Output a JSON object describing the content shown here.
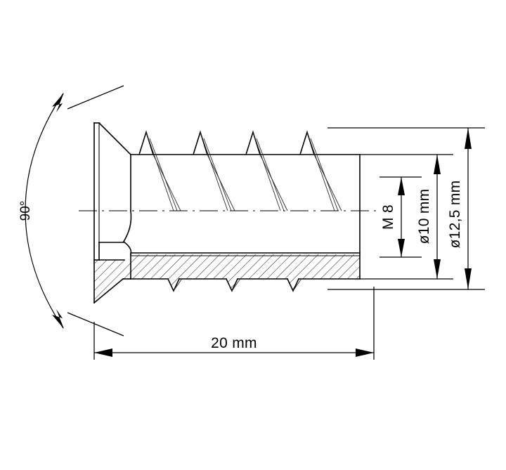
{
  "drawing": {
    "title": "Technical drawing of a threaded insert / countersunk screw anchor",
    "subject": "threaded-insert",
    "view": "half-section side view",
    "line_color": "#000000",
    "background_color": "#ffffff"
  },
  "dimensions": {
    "length": {
      "label": "20 mm",
      "value": 20,
      "unit": "mm",
      "orientation": "horizontal",
      "position": "bottom"
    },
    "thread_inner": {
      "label": "M 8",
      "value": "M8",
      "unit": "",
      "orientation": "vertical",
      "position": "right"
    },
    "outer_small": {
      "label": "ø10 mm",
      "value": 10,
      "unit": "mm",
      "orientation": "vertical",
      "position": "right"
    },
    "outer_large": {
      "label": "ø12,5 mm",
      "value": 12.5,
      "unit": "mm",
      "orientation": "vertical",
      "position": "right"
    },
    "head_angle": {
      "label": "90°",
      "value": 90,
      "unit": "degrees",
      "orientation": "arc",
      "position": "left"
    }
  },
  "annotations": {
    "arrow_style": "solid-filled",
    "hatch_style": "45-degree-section-hatch",
    "centerline_style": "dash-dot"
  }
}
